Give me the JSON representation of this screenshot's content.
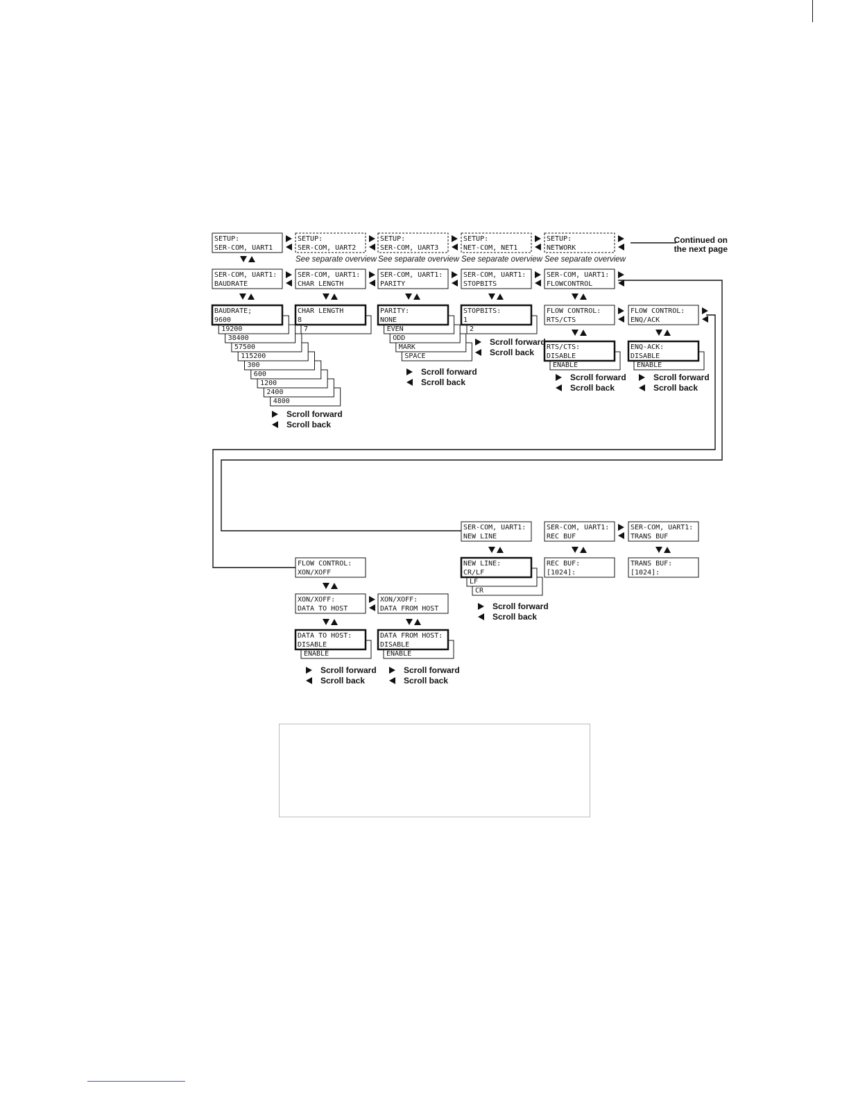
{
  "top_row": [
    {
      "lines": [
        "SETUP:",
        "SER-COM, UART1"
      ],
      "style": "solid"
    },
    {
      "lines": [
        "SETUP:",
        "SER-COM, UART2"
      ],
      "style": "dashed",
      "note": "See separate overview"
    },
    {
      "lines": [
        "SETUP:",
        "SER-COM, UART3"
      ],
      "style": "dashed",
      "note": "See separate overview"
    },
    {
      "lines": [
        "SETUP:",
        "NET-COM, NET1"
      ],
      "style": "dashed",
      "note": "See separate overview"
    },
    {
      "lines": [
        "SETUP:",
        "NETWORK"
      ],
      "style": "dashed",
      "note": "See separate overview"
    }
  ],
  "continued": [
    "Continued on",
    "the next page"
  ],
  "menus": [
    {
      "lines": [
        "SER-COM, UART1:",
        "BAUDRATE"
      ]
    },
    {
      "lines": [
        "SER-COM, UART1:",
        "CHAR LENGTH"
      ]
    },
    {
      "lines": [
        "SER-COM, UART1:",
        "PARITY"
      ]
    },
    {
      "lines": [
        "SER-COM, UART1:",
        "STOPBITS"
      ]
    },
    {
      "lines": [
        "SER-COM, UART1:",
        "FLOWCONTROL"
      ]
    }
  ],
  "baudrate": {
    "header": "BAUDRATE;",
    "options": [
      "9600",
      "19200",
      "38400",
      "57500",
      "115200",
      "300",
      "600",
      "1200",
      "2400",
      "4800"
    ]
  },
  "char_length": {
    "header": "CHAR LENGTH",
    "options": [
      "8",
      "7"
    ]
  },
  "parity": {
    "header": "PARITY:",
    "options": [
      "NONE",
      "EVEN",
      "ODD",
      "MARK",
      "SPACE"
    ]
  },
  "stopbits": {
    "header": "STOPBITS:",
    "options": [
      "1",
      "2"
    ]
  },
  "flow_rts": {
    "lines": [
      "FLOW CONTROL:",
      "RTS/CTS"
    ]
  },
  "flow_enq": {
    "lines": [
      "FLOW CONTROL:",
      "ENQ/ACK"
    ]
  },
  "rts_cts": {
    "header": "RTS/CTS:",
    "options": [
      "DISABLE",
      "ENABLE"
    ]
  },
  "enq_ack": {
    "header": "ENQ-ACK:",
    "options": [
      "DISABLE",
      "ENABLE"
    ]
  },
  "flow_xon": {
    "lines": [
      "FLOW CONTROL:",
      "XON/XOFF"
    ]
  },
  "xon_to_host": {
    "lines": [
      "XON/XOFF:",
      "DATA TO HOST"
    ]
  },
  "xon_from_host": {
    "lines": [
      "XON/XOFF:",
      "DATA FROM HOST"
    ]
  },
  "data_to_host": {
    "header": "DATA TO HOST:",
    "options": [
      "DISABLE",
      "ENABLE"
    ]
  },
  "data_from_host": {
    "header": "DATA FROM HOST:",
    "options": [
      "DISABLE",
      "ENABLE"
    ]
  },
  "newline_menu": {
    "lines": [
      "SER-COM, UART1:",
      "NEW LINE"
    ]
  },
  "recbuf_menu": {
    "lines": [
      "SER-COM, UART1:",
      "REC BUF"
    ]
  },
  "transbuf_menu": {
    "lines": [
      "SER-COM, UART1:",
      "TRANS BUF"
    ]
  },
  "newline": {
    "header": "NEW LINE:",
    "options": [
      "CR/LF",
      "LF",
      "CR"
    ]
  },
  "recbuf": {
    "lines": [
      "REC BUF:",
      "[1024]:"
    ]
  },
  "transbuf": {
    "lines": [
      "TRANS BUF:",
      "[1024]:"
    ]
  },
  "scroll_forward": "Scroll forward",
  "scroll_back": "Scroll back"
}
